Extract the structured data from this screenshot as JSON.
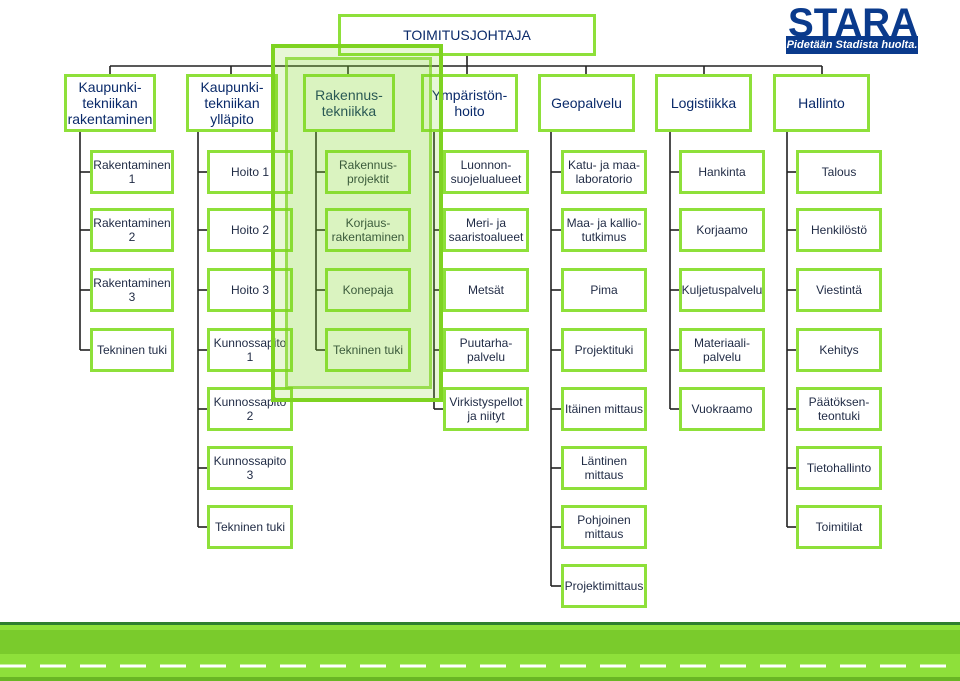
{
  "logo": {
    "name": "STARA",
    "tagline": "Pidetään Stadista huolta."
  },
  "ceo": "TOIMITUSJOHTAJA",
  "columns": [
    {
      "header": "Kaupunki-\ntekniikan\nrakentaminen",
      "items": [
        "Rakentaminen\n1",
        "Rakentaminen\n2",
        "Rakentaminen\n3",
        "Tekninen tuki"
      ]
    },
    {
      "header": "Kaupunki-\ntekniikan\nylläpito",
      "items": [
        "Hoito 1",
        "Hoito 2",
        "Hoito 3",
        "Kunnossapito\n1",
        "Kunnossapito\n2",
        "Kunnossapito\n3",
        "Tekninen tuki"
      ]
    },
    {
      "header": "Rakennus-\ntekniikka",
      "items": [
        "Rakennus-\nprojektit",
        "Korjaus-\nrakentaminen",
        "Konepaja",
        "Tekninen tuki"
      ]
    },
    {
      "header": "Ympäristön-\nhoito",
      "items": [
        "Luonnon-\nsuojelualueet",
        "Meri- ja\nsaaristoalueet",
        "Metsät",
        "Puutarha-\npalvelu",
        "Virkistyspellot\nja niityt"
      ]
    },
    {
      "header": "Geopalvelu",
      "items": [
        "Katu- ja maa-\nlaboratorio",
        "Maa- ja kallio-\ntutkimus",
        "Pima",
        "Projektituki",
        "Itäinen mittaus",
        "Läntinen\nmittaus",
        "Pohjoinen\nmittaus",
        "Projektimittaus"
      ]
    },
    {
      "header": "Logistiikka",
      "items": [
        "Hankinta",
        "Korjaamo",
        "Kuljetuspalvelu",
        "Materiaali-\npalvelu",
        "Vuokraamo"
      ]
    },
    {
      "header": "Hallinto",
      "items": [
        "Talous",
        "Henkilöstö",
        "Viestintä",
        "Kehitys",
        "Päätöksen-\nteontuki",
        "Tietohallinto",
        "Toimitilat"
      ]
    }
  ],
  "colors": {
    "box_border": "#8ee03a",
    "text": "#1f2a44",
    "lines": "#222222",
    "highlight": "#7ed321",
    "road": "#8ee03a",
    "brand": "#0a3a8c"
  }
}
